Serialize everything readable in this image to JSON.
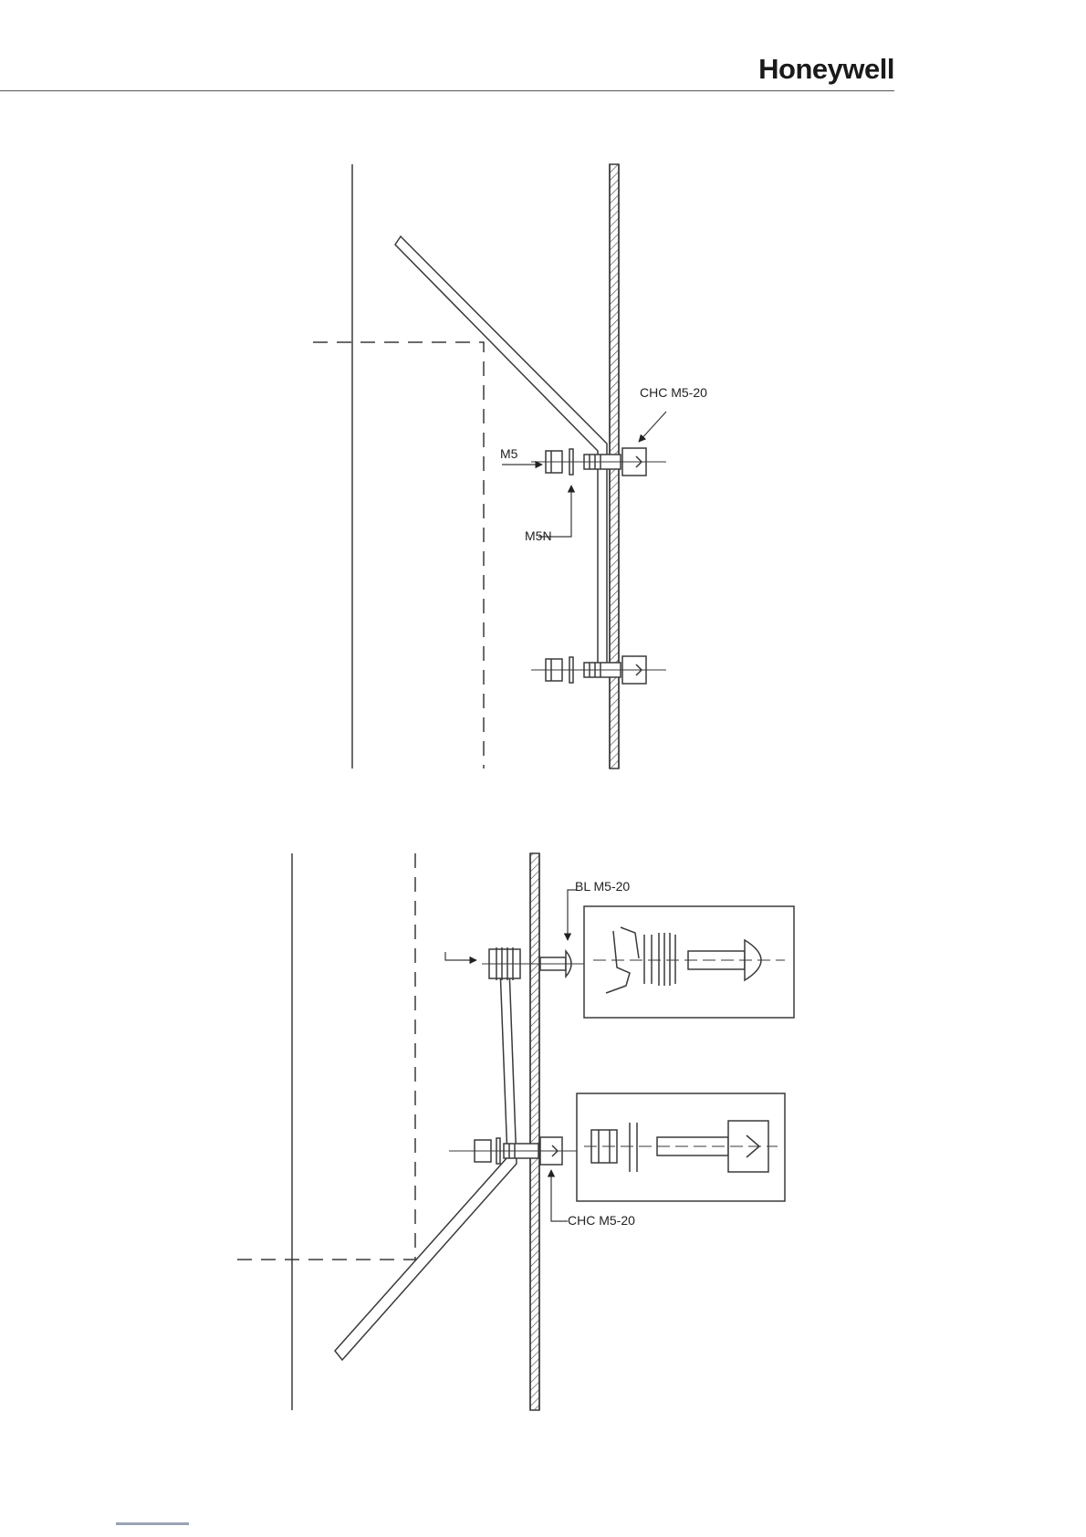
{
  "header": {
    "brand": "Honeywell"
  },
  "figure_top": {
    "labels": {
      "screw": "CHC M5-20",
      "nut": "M5",
      "washer": "M5N"
    }
  },
  "figure_bottom": {
    "labels": {
      "screw_top": "BL M5-20",
      "screw_bottom": "CHC M5-20"
    }
  },
  "colors": {
    "line": "#3a3a3a",
    "rule": "#555555",
    "footer_link": "#9aa3b5"
  }
}
